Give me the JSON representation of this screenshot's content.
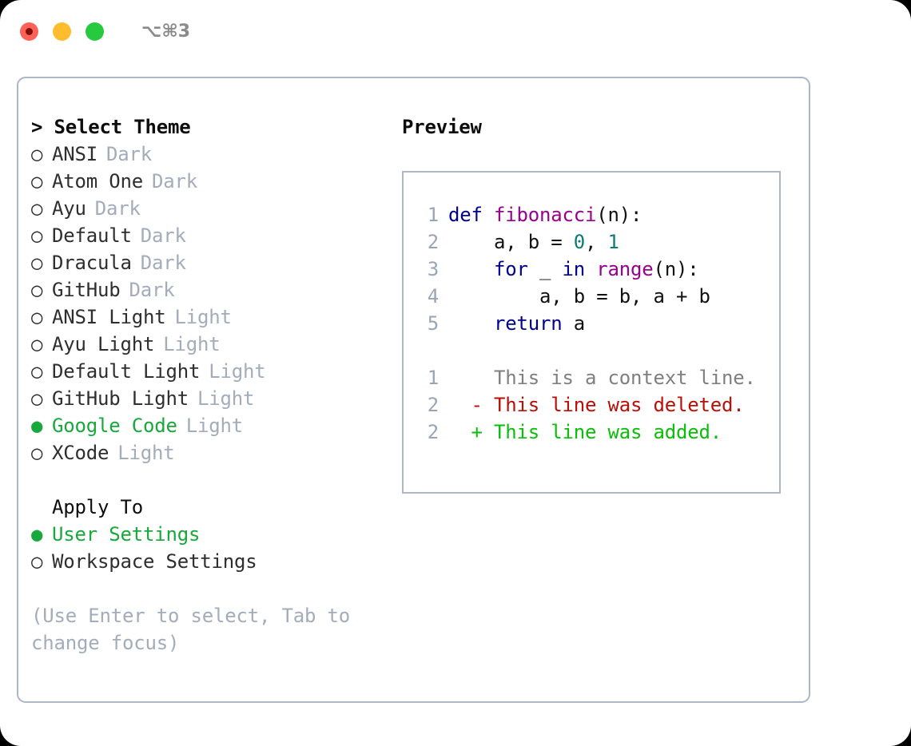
{
  "titlebar": {
    "lights": [
      {
        "name": "close-button",
        "color": "#fd6158"
      },
      {
        "name": "minimize-button",
        "color": "#ffbd2d"
      },
      {
        "name": "maximize-button",
        "color": "#27c93f"
      }
    ],
    "shortcut": "⌥⌘3"
  },
  "theme_panel": {
    "title": "> Select Theme",
    "selected_bullet": "●",
    "unselected_bullet": "○",
    "items": [
      {
        "label": "ANSI",
        "variant": "Dark",
        "selected": false
      },
      {
        "label": "Atom One",
        "variant": "Dark",
        "selected": false
      },
      {
        "label": "Ayu",
        "variant": "Dark",
        "selected": false
      },
      {
        "label": "Default",
        "variant": "Dark",
        "selected": false
      },
      {
        "label": "Dracula",
        "variant": "Dark",
        "selected": false
      },
      {
        "label": "GitHub",
        "variant": "Dark",
        "selected": false
      },
      {
        "label": "ANSI Light",
        "variant": "Light",
        "selected": false
      },
      {
        "label": "Ayu Light",
        "variant": "Light",
        "selected": false
      },
      {
        "label": "Default Light",
        "variant": "Light",
        "selected": false
      },
      {
        "label": "GitHub Light",
        "variant": "Light",
        "selected": false
      },
      {
        "label": "Google Code",
        "variant": "Light",
        "selected": true
      },
      {
        "label": "XCode",
        "variant": "Light",
        "selected": false
      }
    ]
  },
  "apply_to": {
    "title": "Apply To",
    "items": [
      {
        "label": "User Settings",
        "selected": true
      },
      {
        "label": "Workspace Settings",
        "selected": false
      }
    ]
  },
  "hint": "(Use Enter to select, Tab to change focus)",
  "preview": {
    "title": "Preview",
    "code_lines": [
      {
        "number": "1",
        "tokens": [
          {
            "text": "def ",
            "type": "kw"
          },
          {
            "text": "fibonacci",
            "type": "fn"
          },
          {
            "text": "(n):",
            "type": "pl"
          }
        ]
      },
      {
        "number": "2",
        "tokens": [
          {
            "text": "    a, b = ",
            "type": "pl"
          },
          {
            "text": "0",
            "type": "num"
          },
          {
            "text": ", ",
            "type": "pl"
          },
          {
            "text": "1",
            "type": "num"
          }
        ]
      },
      {
        "number": "3",
        "tokens": [
          {
            "text": "    ",
            "type": "pl"
          },
          {
            "text": "for",
            "type": "kw"
          },
          {
            "text": " _ ",
            "type": "pl"
          },
          {
            "text": "in",
            "type": "kw"
          },
          {
            "text": " ",
            "type": "pl"
          },
          {
            "text": "range",
            "type": "fn"
          },
          {
            "text": "(n):",
            "type": "pl"
          }
        ]
      },
      {
        "number": "4",
        "tokens": [
          {
            "text": "        a, b = b, a + b",
            "type": "pl"
          }
        ]
      },
      {
        "number": "5",
        "tokens": [
          {
            "text": "    ",
            "type": "pl"
          },
          {
            "text": "return",
            "type": "kw"
          },
          {
            "text": " a",
            "type": "pl"
          }
        ]
      }
    ],
    "diff_lines": [
      {
        "number": "1",
        "marker": "  ",
        "text": "This is a context line.",
        "kind": "ctx"
      },
      {
        "number": "2",
        "marker": "- ",
        "text": "This line was deleted.",
        "kind": "del"
      },
      {
        "number": "2",
        "marker": "+ ",
        "text": "This line was added.",
        "kind": "add"
      }
    ]
  },
  "colors": {
    "accent_green": "#18a83c",
    "muted": "#a3acba",
    "border": "#adb6c4",
    "keyword": "#00008f",
    "function": "#99008f",
    "number": "#0c7a77",
    "diff_context": "#7f7f7f",
    "diff_deleted": "#b90f07",
    "diff_added": "#09be09"
  }
}
